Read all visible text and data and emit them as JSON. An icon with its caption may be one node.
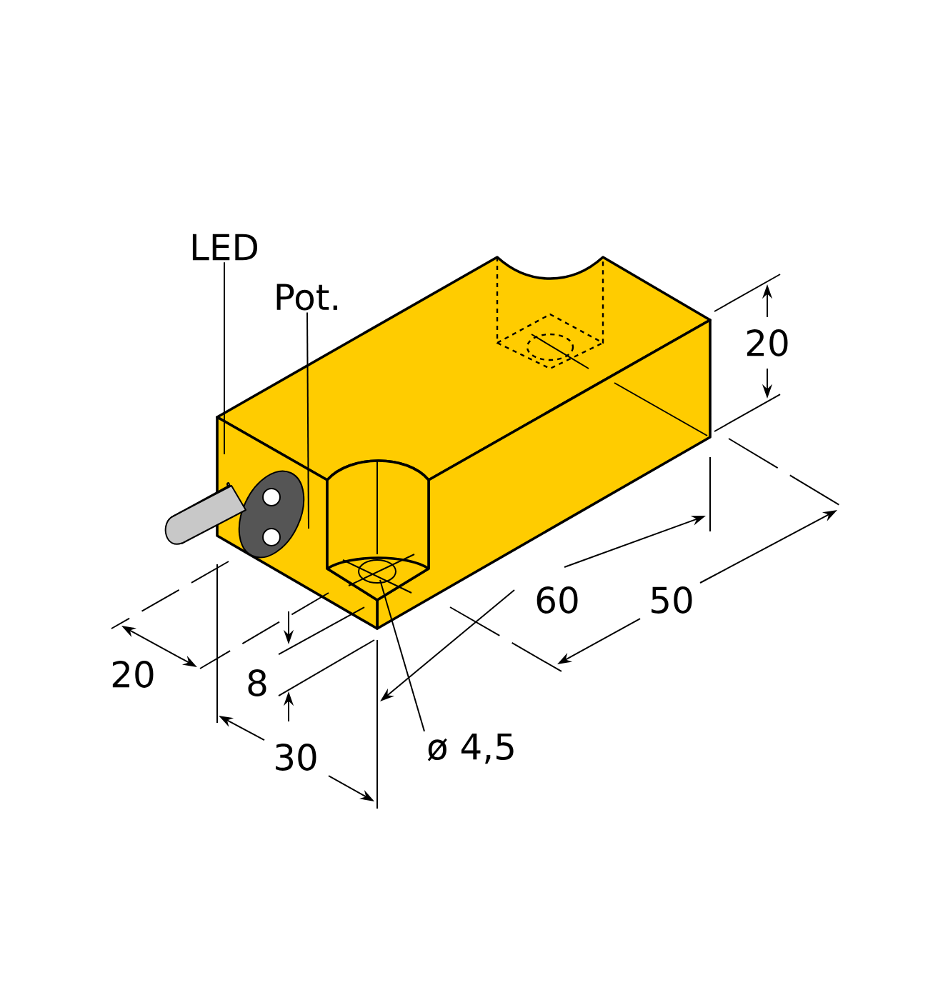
{
  "diagram": {
    "nodes": [
      {
        "text": [
          "LED"
        ]
      },
      {
        "text": [
          "Pot."
        ]
      },
      {
        "text": [
          "ø 4,5"
        ]
      }
    ],
    "edges": [
      {
        "from": 0,
        "to": null,
        "arrow": "none"
      },
      {
        "from": 1,
        "to": null,
        "arrow": "none"
      },
      {
        "from": 2,
        "to": null,
        "arrow": "none"
      }
    ],
    "labels": [
      "20",
      "60",
      "50",
      "20",
      "8",
      "30"
    ]
  }
}
